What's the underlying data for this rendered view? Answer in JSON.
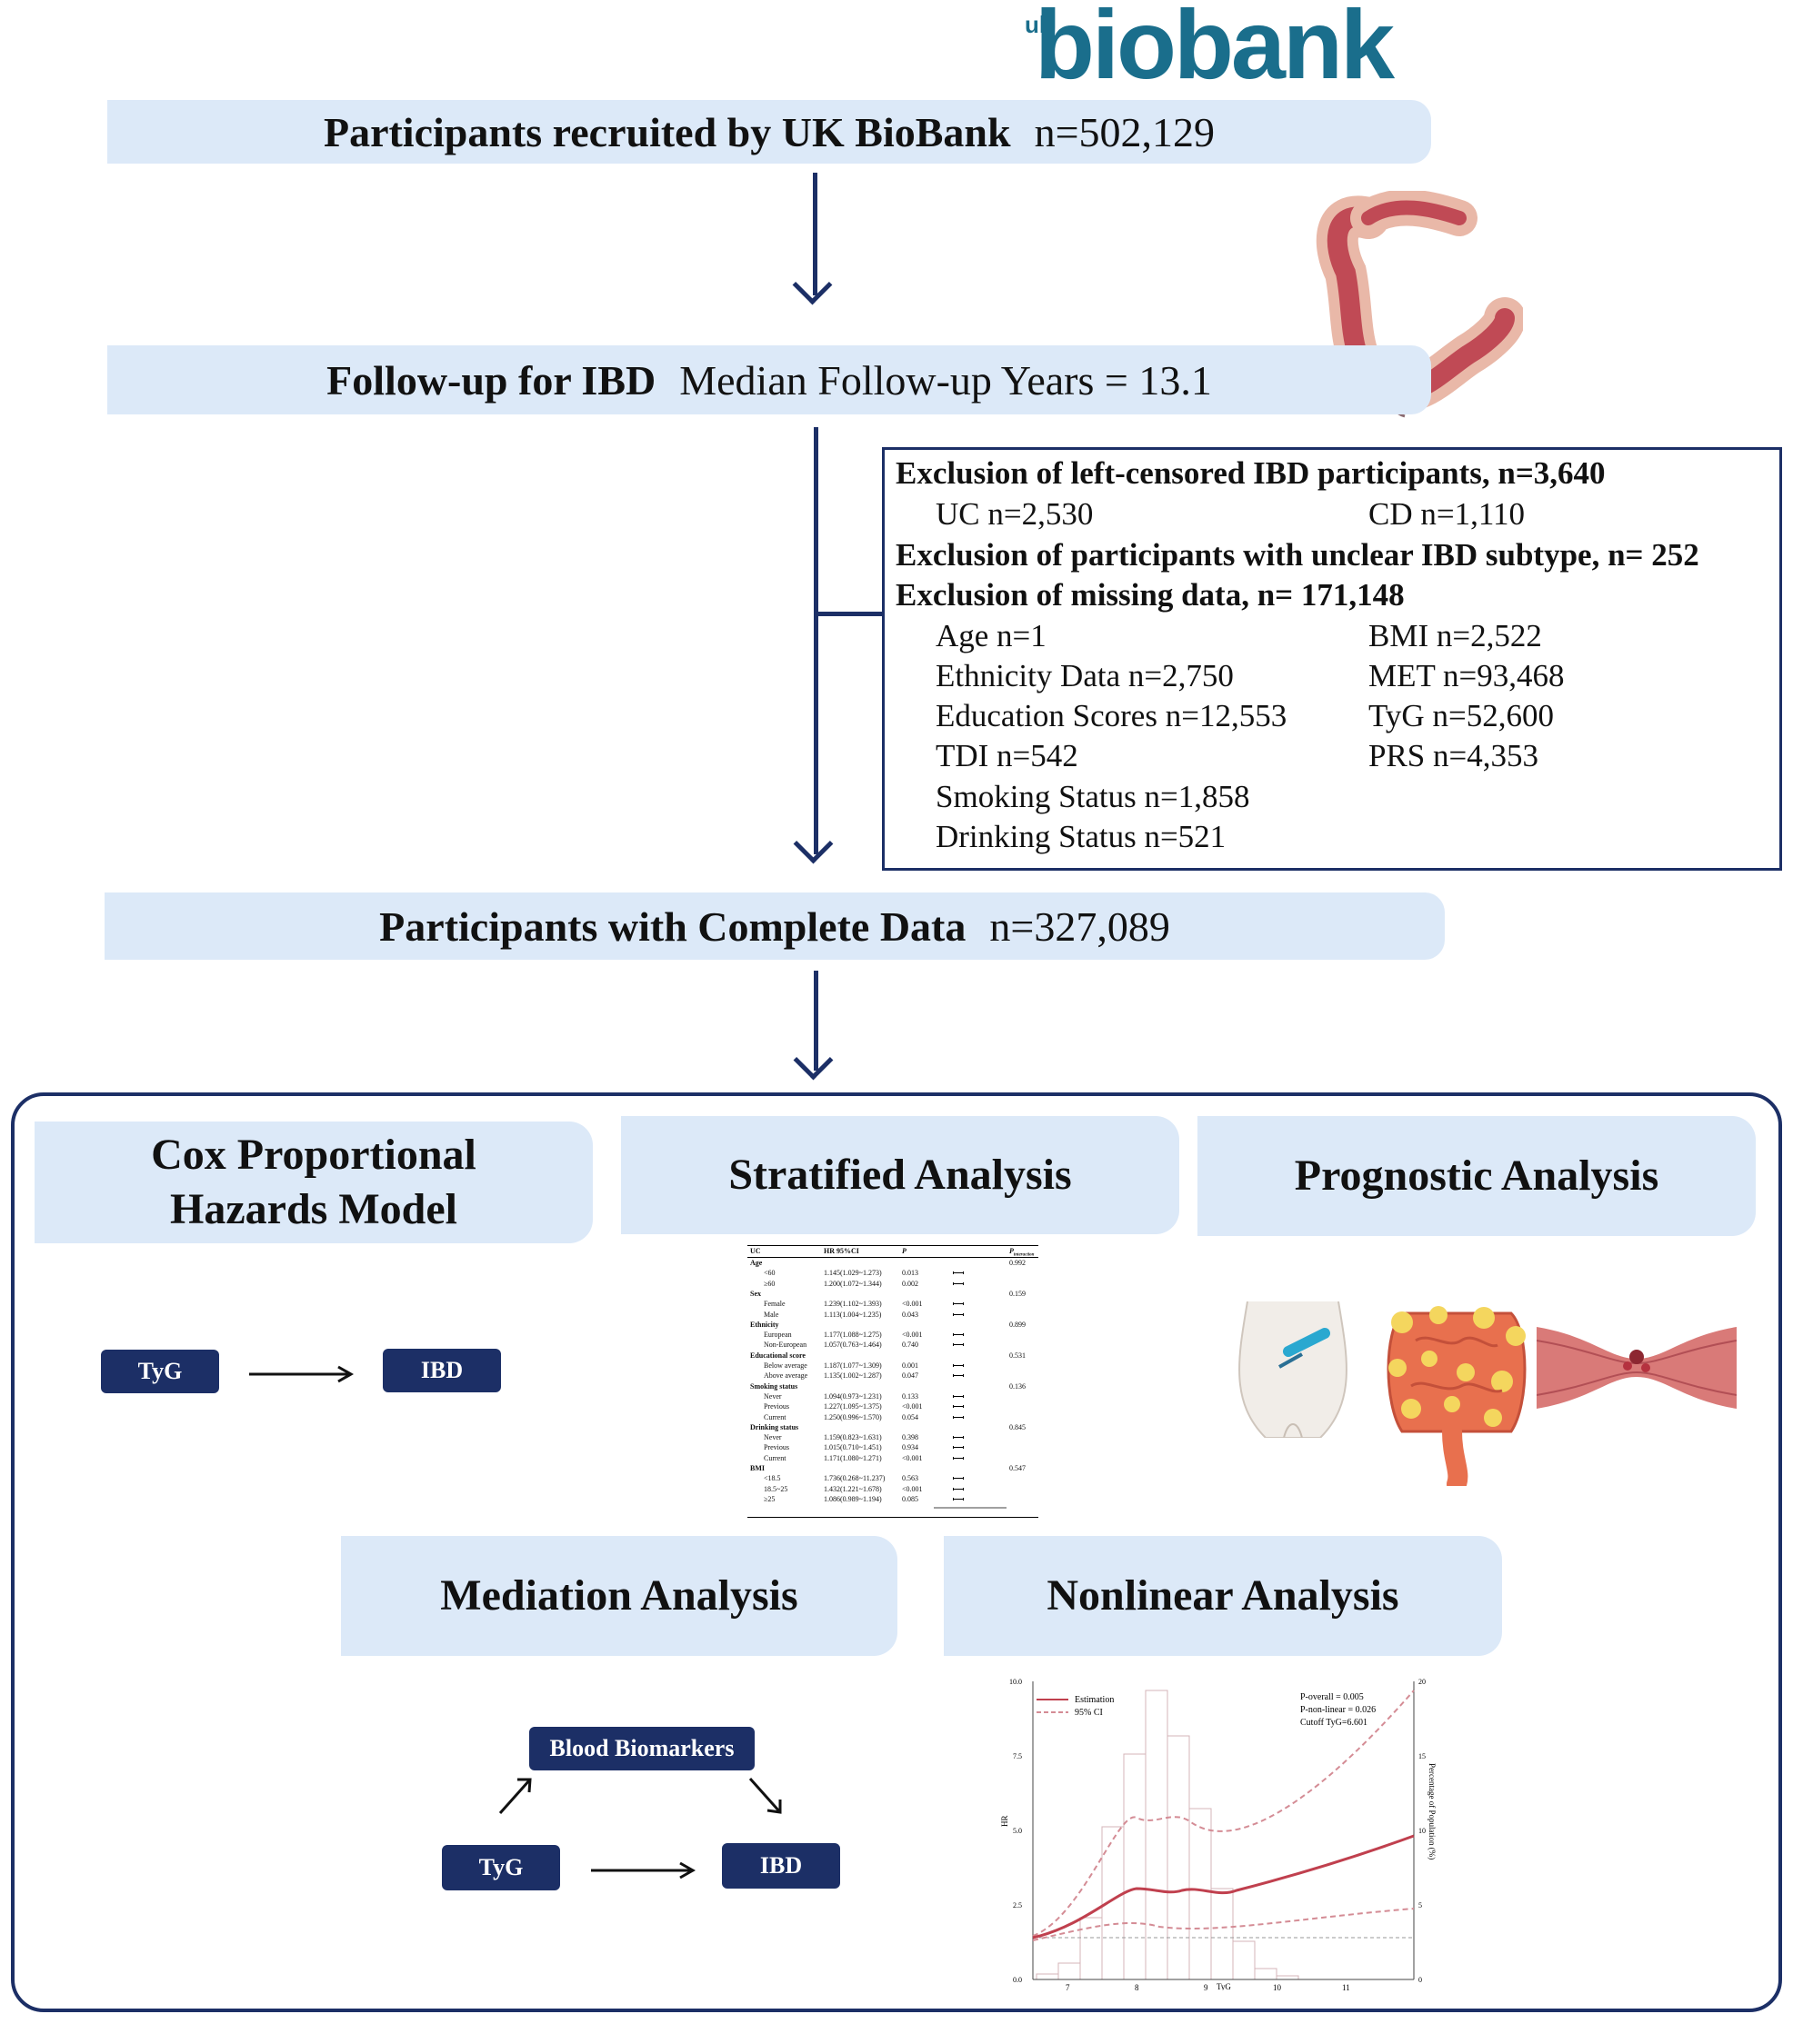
{
  "logo": {
    "small": "uk",
    "large": "biobank"
  },
  "steps": {
    "recruit": {
      "label": "Participants recruited by UK BioBank",
      "value": "n=502,129"
    },
    "followup": {
      "label": "Follow-up for IBD",
      "value": "Median Follow-up Years = 13.1"
    },
    "complete": {
      "label": "Participants with Complete Data",
      "value": "n=327,089"
    }
  },
  "exclusion": {
    "left_censored": "Exclusion of left-censored IBD participants, n=3,640",
    "uc": "UC n=2,530",
    "cd": "CD n=1,110",
    "unclear": "Exclusion of participants with unclear IBD subtype, n= 252",
    "missing": "Exclusion of missing data, n= 171,148",
    "left_items": [
      "Age n=1",
      "Ethnicity Data n=2,750",
      "Education Scores n=12,553",
      "TDI n=542",
      "Smoking Status n=1,858",
      "Drinking Status n=521"
    ],
    "right_items": [
      "BMI n=2,522",
      "MET n=93,468",
      "TyG n=52,600",
      "PRS n=4,353"
    ]
  },
  "analyses": {
    "cox": "Cox Proportional Hazards Model",
    "stratified": "Stratified Analysis",
    "prognostic": "Prognostic Analysis",
    "mediation": "Mediation Analysis",
    "nonlinear": "Nonlinear Analysis"
  },
  "cox_diagram": {
    "exposure": "TyG",
    "outcome": "IBD"
  },
  "mediation_diagram": {
    "exposure": "TyG",
    "mediator": "Blood Biomarkers",
    "outcome": "IBD"
  },
  "forest_table": {
    "headers": [
      "UC",
      "HR 95%CI",
      "P",
      "P",
      "interaction"
    ],
    "rows": [
      {
        "label": "Age",
        "hr": "",
        "p": "",
        "pint": "0.992",
        "group": true
      },
      {
        "label": "<60",
        "hr": "1.145(1.029~1.273)",
        "p": "0.013",
        "pint": ""
      },
      {
        "label": "≥60",
        "hr": "1.200(1.072~1.344)",
        "p": "0.002",
        "pint": ""
      },
      {
        "label": "Sex",
        "hr": "",
        "p": "",
        "pint": "0.159",
        "group": true
      },
      {
        "label": "Female",
        "hr": "1.239(1.102~1.393)",
        "p": "<0.001",
        "pint": ""
      },
      {
        "label": "Male",
        "hr": "1.113(1.004~1.235)",
        "p": "0.043",
        "pint": ""
      },
      {
        "label": "Ethnicity",
        "hr": "",
        "p": "",
        "pint": "0.899",
        "group": true
      },
      {
        "label": "European",
        "hr": "1.177(1.088~1.275)",
        "p": "<0.001",
        "pint": ""
      },
      {
        "label": "Non-European",
        "hr": "1.057(0.763~1.464)",
        "p": "0.740",
        "pint": ""
      },
      {
        "label": "Educational score",
        "hr": "",
        "p": "",
        "pint": "0.531",
        "group": true
      },
      {
        "label": "Below average",
        "hr": "1.187(1.077~1.309)",
        "p": "0.001",
        "pint": ""
      },
      {
        "label": "Above average",
        "hr": "1.135(1.002~1.287)",
        "p": "0.047",
        "pint": ""
      },
      {
        "label": "Smoking status",
        "hr": "",
        "p": "",
        "pint": "0.136",
        "group": true
      },
      {
        "label": "Never",
        "hr": "1.094(0.973~1.231)",
        "p": "0.133",
        "pint": ""
      },
      {
        "label": "Previous",
        "hr": "1.227(1.095~1.375)",
        "p": "<0.001",
        "pint": ""
      },
      {
        "label": "Current",
        "hr": "1.250(0.996~1.570)",
        "p": "0.054",
        "pint": ""
      },
      {
        "label": "Drinking status",
        "hr": "",
        "p": "",
        "pint": "0.845",
        "group": true
      },
      {
        "label": "Never",
        "hr": "1.159(0.823~1.631)",
        "p": "0.398",
        "pint": ""
      },
      {
        "label": "Previous",
        "hr": "1.015(0.710~1.451)",
        "p": "0.934",
        "pint": ""
      },
      {
        "label": "Current",
        "hr": "1.171(1.080~1.271)",
        "p": "<0.001",
        "pint": ""
      },
      {
        "label": "BMI",
        "hr": "",
        "p": "",
        "pint": "0.547",
        "group": true
      },
      {
        "label": "<18.5",
        "hr": "1.736(0.268~11.237)",
        "p": "0.563",
        "pint": ""
      },
      {
        "label": "18.5~25",
        "hr": "1.432(1.221~1.678)",
        "p": "<0.001",
        "pint": ""
      },
      {
        "label": "≥25",
        "hr": "1.086(0.989~1.194)",
        "p": "0.085",
        "pint": ""
      }
    ]
  },
  "spline_plot": {
    "legend": [
      "Estimation",
      "95% CI"
    ],
    "notes": [
      "P-overall = 0.005",
      "P-non-linear = 0.026",
      "Cutoff TyG=6.601"
    ],
    "xlabel": "TyG",
    "ylabel_left": "HR",
    "ylabel_right": "Percentage of Population (%)",
    "x_ticks": [
      "7",
      "8",
      "9",
      "10",
      "11"
    ],
    "y_ticks_left": [
      "0.0",
      "2.5",
      "5.0",
      "7.5",
      "10.0"
    ],
    "y_ticks_right": [
      "0",
      "5",
      "10",
      "15",
      "20"
    ]
  },
  "colors": {
    "navy": "#1c2f66",
    "box_fill": "#dce9f8",
    "teal": "#1a6e8c",
    "curve": "#c0404e"
  }
}
